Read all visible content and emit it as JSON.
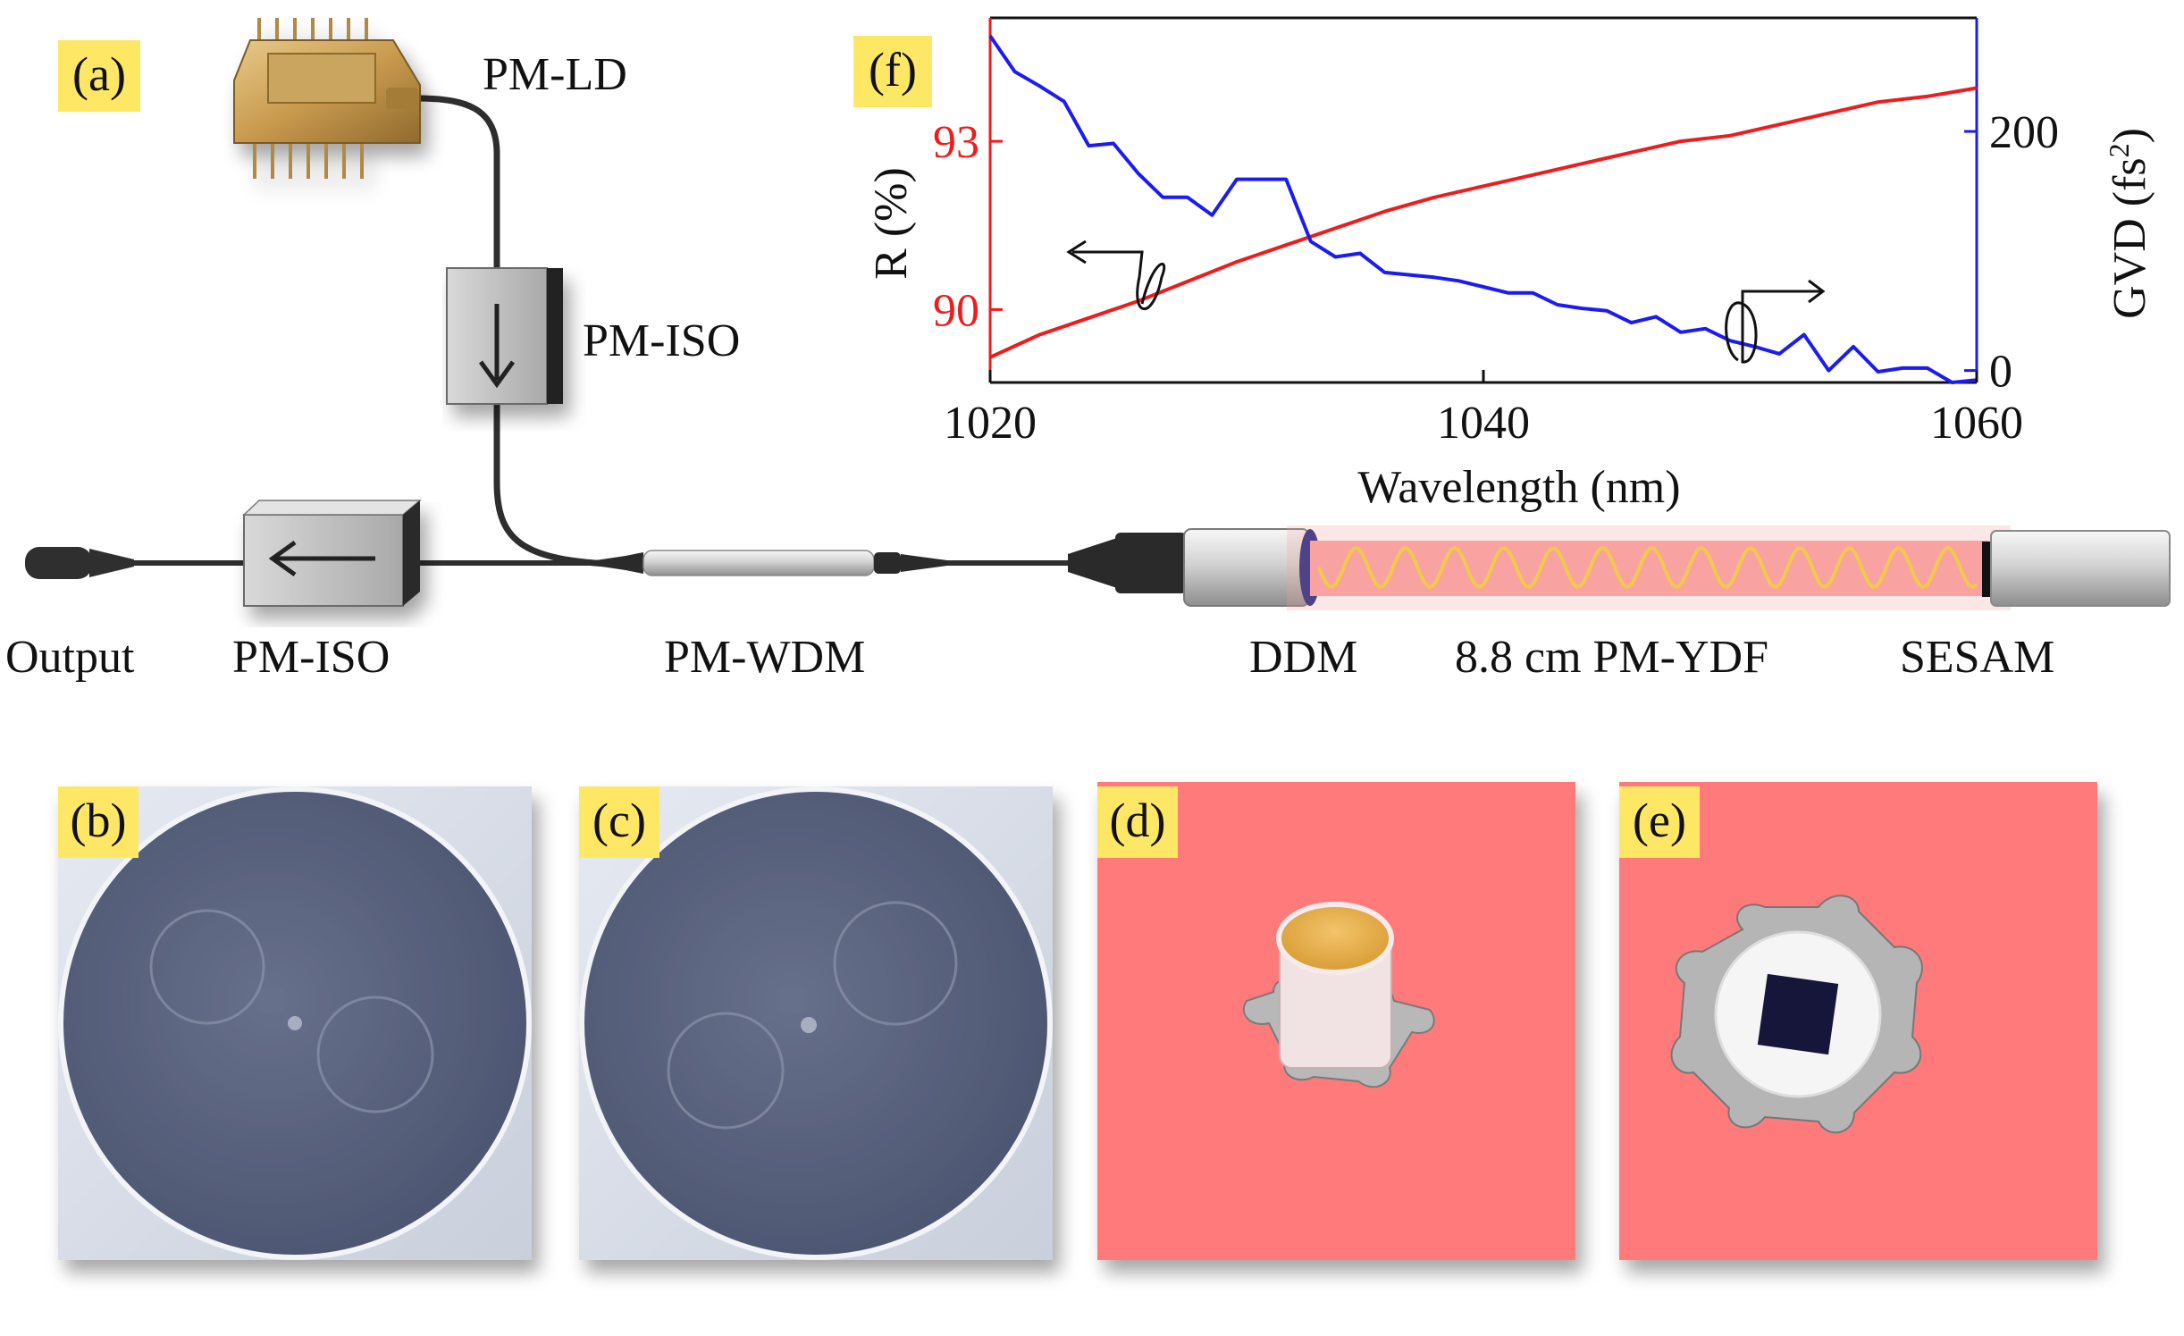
{
  "panels": {
    "a": "(a)",
    "b": "(b)",
    "c": "(c)",
    "d": "(d)",
    "e": "(e)",
    "f": "(f)"
  },
  "components": {
    "ld": "PM-LD",
    "iso_top": "PM-ISO",
    "iso_bottom": "PM-ISO",
    "output": "Output",
    "wdm": "PM-WDM",
    "ddm": "DDM",
    "ydf": "8.8 cm PM-YDF",
    "sesam": "SESAM"
  },
  "colors": {
    "label_bg": "#ffe766",
    "red_series": "#ee1c1c",
    "blue_series": "#1c1cee",
    "photo_bg_red": "#ff7a7a",
    "fiber_face": "#5a6480",
    "ydf_glow": "#f8a2a2",
    "ydf_coil": "#f2c94c"
  },
  "chart_data": {
    "type": "line",
    "xlabel": "Wavelength (nm)",
    "ylabel_left": "R (%)",
    "ylabel_right_main": "GVD (fs",
    "ylabel_right_sup": "2",
    "ylabel_right_tail": ")",
    "xlim": [
      1020,
      1060
    ],
    "xticks": [
      1020,
      1040,
      1060
    ],
    "ylim_left": [
      88.7,
      95.2
    ],
    "yticks_left": [
      90,
      93
    ],
    "ylim_right": [
      -10,
      295
    ],
    "yticks_right": [
      0,
      200
    ],
    "series": [
      {
        "axis": "left",
        "color": "#ee1c1c",
        "x": [
          1020,
          1022,
          1024,
          1026,
          1028,
          1030,
          1032,
          1034,
          1036,
          1038,
          1040,
          1042,
          1044,
          1046,
          1048,
          1050,
          1052,
          1054,
          1056,
          1058,
          1060
        ],
        "values": [
          89.15,
          89.55,
          89.85,
          90.15,
          90.5,
          90.85,
          91.15,
          91.45,
          91.75,
          92.0,
          92.2,
          92.4,
          92.6,
          92.8,
          93.0,
          93.1,
          93.3,
          93.5,
          93.7,
          93.8,
          93.95
        ]
      },
      {
        "axis": "right",
        "color": "#1c1cee",
        "x": [
          1020,
          1021,
          1022,
          1023,
          1024,
          1025,
          1026,
          1027,
          1028,
          1029,
          1030,
          1031,
          1032,
          1033,
          1034,
          1035,
          1036,
          1037,
          1038,
          1039,
          1040,
          1041,
          1042,
          1043,
          1044,
          1045,
          1046,
          1047,
          1048,
          1049,
          1050,
          1051,
          1052,
          1053,
          1054,
          1055,
          1056,
          1057,
          1058,
          1059,
          1060
        ],
        "values": [
          280,
          250,
          238,
          225,
          188,
          190,
          165,
          145,
          145,
          130,
          160,
          160,
          160,
          108,
          95,
          98,
          82,
          80,
          78,
          75,
          70,
          65,
          65,
          55,
          52,
          50,
          40,
          45,
          32,
          35,
          25,
          20,
          14,
          30,
          0,
          20,
          -1,
          2,
          2,
          -10,
          -8
        ]
      }
    ]
  }
}
